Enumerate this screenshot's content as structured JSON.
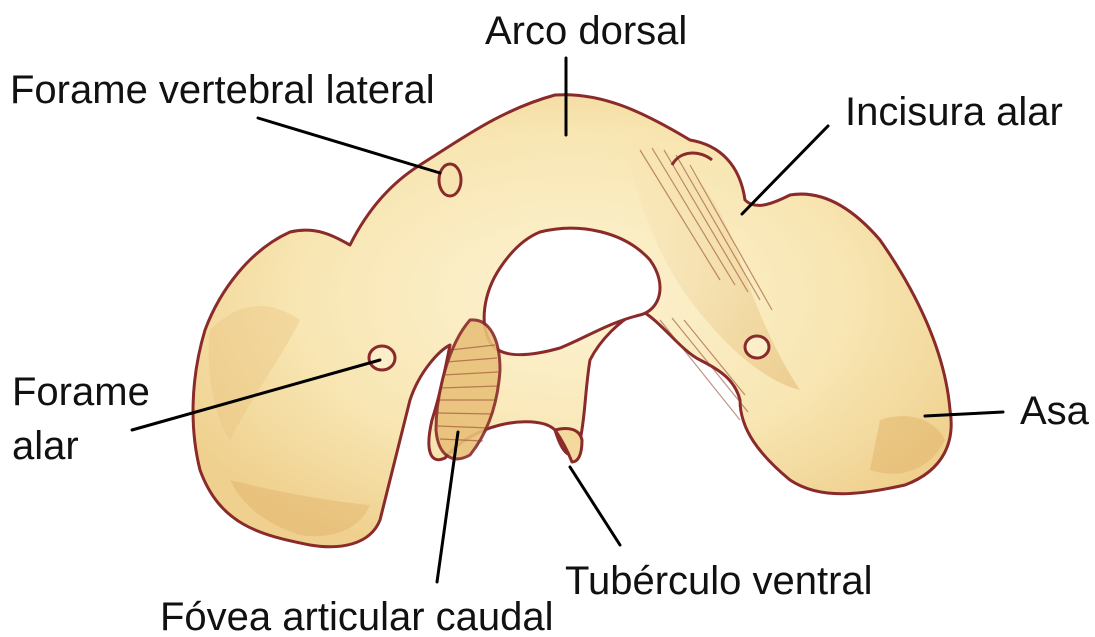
{
  "labels": {
    "arco_dorsal": "Arco dorsal",
    "forame_vertebral_lateral": "Forame vertebral lateral",
    "incisura_alar": "Incisura alar",
    "forame_alar_line1": "Forame",
    "forame_alar_line2": "alar",
    "asa": "Asa",
    "tuberculo_ventral": "Tubérculo ventral",
    "fovea_articular_caudal": "Fóvea articular caudal"
  },
  "colors": {
    "bone_light": "#fcefc6",
    "bone_mid": "#f4dca0",
    "bone_shadow": "#e6bf72",
    "outline": "#8a2a2a",
    "leader": "#000000",
    "text": "#111111"
  }
}
